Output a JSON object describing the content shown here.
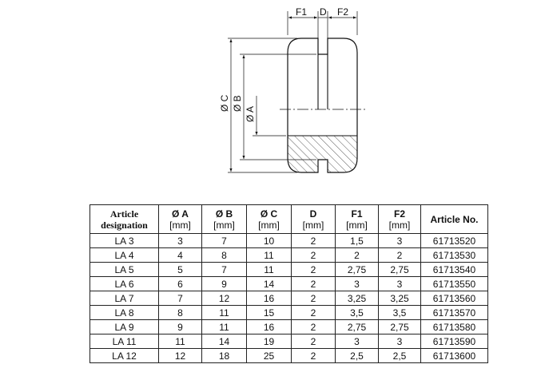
{
  "drawing": {
    "labels": {
      "f1": "F1",
      "d": "D",
      "f2": "F2",
      "dia_c": "Ø C",
      "dia_b": "Ø B",
      "dia_a": "Ø A"
    }
  },
  "table": {
    "headers": [
      {
        "line1": "Article",
        "line2": "designation"
      },
      {
        "line1": "Ø A",
        "line2": "[mm]"
      },
      {
        "line1": "Ø B",
        "line2": "[mm]"
      },
      {
        "line1": "Ø C",
        "line2": "[mm]"
      },
      {
        "line1": "D",
        "line2": "[mm]"
      },
      {
        "line1": "F1",
        "line2": "[mm]"
      },
      {
        "line1": "F2",
        "line2": "[mm]"
      },
      {
        "line1": "Article No.",
        "line2": ""
      }
    ],
    "rows": [
      [
        "LA 3",
        "3",
        "7",
        "10",
        "2",
        "1,5",
        "3",
        "61713520"
      ],
      [
        "LA 4",
        "4",
        "8",
        "11",
        "2",
        "2",
        "2",
        "61713530"
      ],
      [
        "LA 5",
        "5",
        "7",
        "11",
        "2",
        "2,75",
        "2,75",
        "61713540"
      ],
      [
        "LA 6",
        "6",
        "9",
        "14",
        "2",
        "3",
        "3",
        "61713550"
      ],
      [
        "LA 7",
        "7",
        "12",
        "16",
        "2",
        "3,25",
        "3,25",
        "61713560"
      ],
      [
        "LA 8",
        "8",
        "11",
        "15",
        "2",
        "3,5",
        "3,5",
        "61713570"
      ],
      [
        "LA 9",
        "9",
        "11",
        "16",
        "2",
        "2,75",
        "2,75",
        "61713580"
      ],
      [
        "LA 11",
        "11",
        "14",
        "19",
        "2",
        "3",
        "3",
        "61713590"
      ],
      [
        "LA 12",
        "12",
        "18",
        "25",
        "2",
        "2,5",
        "2,5",
        "61713600"
      ]
    ]
  }
}
